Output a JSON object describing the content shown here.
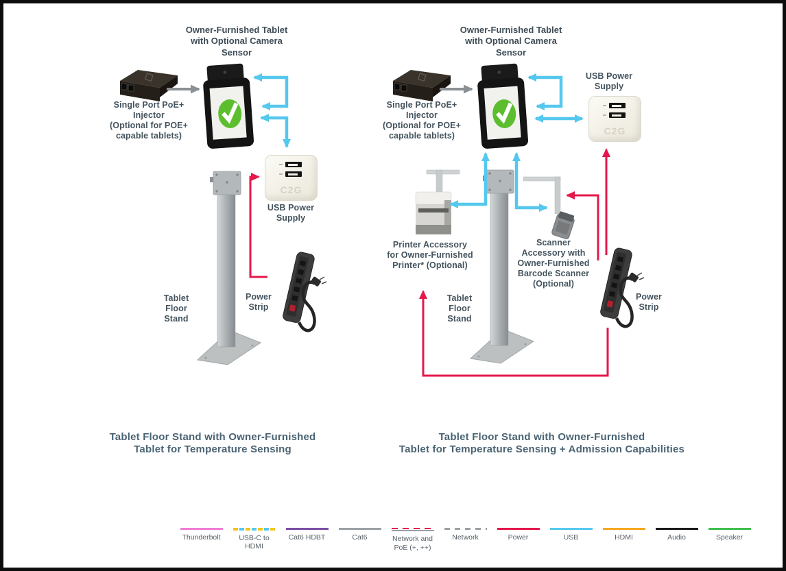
{
  "colors": {
    "usb": "#55C8EE",
    "power": "#E5174B",
    "connector_gray": "#8A9094",
    "check_green": "#5CBE2E",
    "label_text": "#44535D",
    "caption_text": "#4A6373"
  },
  "left_diagram": {
    "tablet_title": "Owner-Furnished Tablet\nwith Optional Camera\nSensor",
    "injector_label": "Single Port PoE+\nInjector\n(Optional for POE+\ncapable tablets)",
    "usb_power_label": "USB Power\nSupply",
    "usb_brand": "C2G",
    "power_strip_label": "Power\nStrip",
    "stand_label": "Tablet\nFloor\nStand",
    "caption": "Tablet Floor Stand with Owner-Furnished\nTablet for Temperature Sensing"
  },
  "right_diagram": {
    "tablet_title": "Owner-Furnished Tablet\nwith Optional Camera\nSensor",
    "injector_label": "Single Port PoE+\nInjector\n(Optional for POE+\ncapable tablets)",
    "usb_power_label": "USB Power\nSupply",
    "usb_brand": "C2G",
    "printer_label": "Printer Accessory\nfor Owner-Furnished\nPrinter* (Optional)",
    "scanner_label": "Scanner\nAccessory with\nOwner-Furnished\nBarcode Scanner\n(Optional)",
    "stand_label": "Tablet\nFloor\nStand",
    "power_strip_label": "Power\nStrip",
    "caption": "Tablet Floor Stand with Owner-Furnished\nTablet for Temperature Sensing + Admission Capabilities"
  },
  "legend": {
    "items": [
      {
        "label": "Thunderbolt",
        "color": "#F07CD4",
        "style": "solid"
      },
      {
        "label": "USB-C to\nHDMI",
        "color": "#F2C51D",
        "style": "usbc"
      },
      {
        "label": "Cat6 HDBT",
        "color": "#7B4FA5",
        "style": "solid"
      },
      {
        "label": "Cat6",
        "color": "#9AA0A4",
        "style": "solid"
      },
      {
        "label": "Network and\nPoE (+, ++)",
        "color": "#E5174B",
        "style": "netpoe"
      },
      {
        "label": "Network",
        "color": "#9AA0A4",
        "style": "dashed"
      },
      {
        "label": "Power",
        "color": "#E5174B",
        "style": "solid"
      },
      {
        "label": "USB",
        "color": "#55C8EE",
        "style": "solid"
      },
      {
        "label": "HDMI",
        "color": "#F6A81F",
        "style": "solid"
      },
      {
        "label": "Audio",
        "color": "#1A1A1A",
        "style": "solid"
      },
      {
        "label": "Speaker",
        "color": "#3FBE4D",
        "style": "solid"
      }
    ]
  }
}
